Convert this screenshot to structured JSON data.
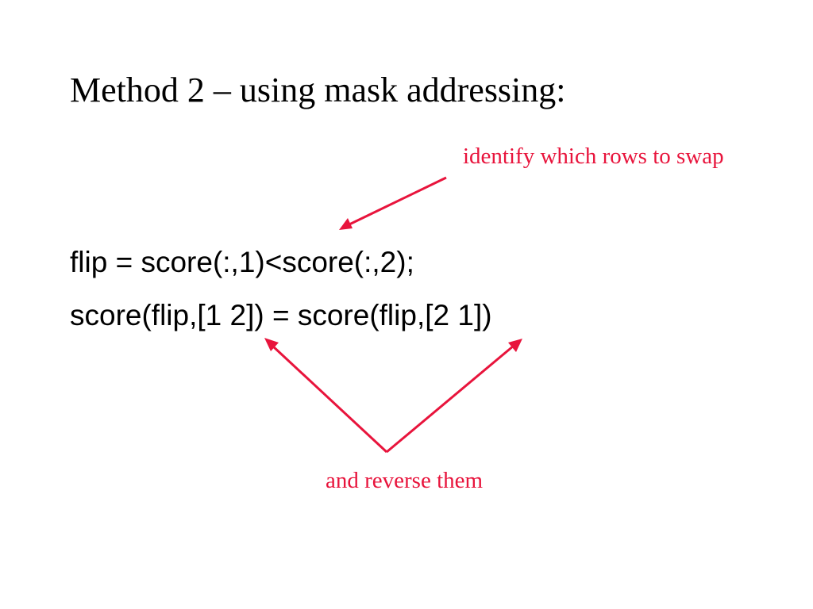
{
  "slide": {
    "title": "Method 2 – using mask addressing:",
    "code_lines": [
      "flip = score(:,1)<score(:,2);",
      "score(flip,[1 2]) = score(flip,[2 1])"
    ],
    "annotations": {
      "identify": "identify which rows to swap",
      "reverse": "and reverse them"
    },
    "colors": {
      "annotation": "#e8143c",
      "text": "#000000",
      "background": "#ffffff"
    }
  }
}
